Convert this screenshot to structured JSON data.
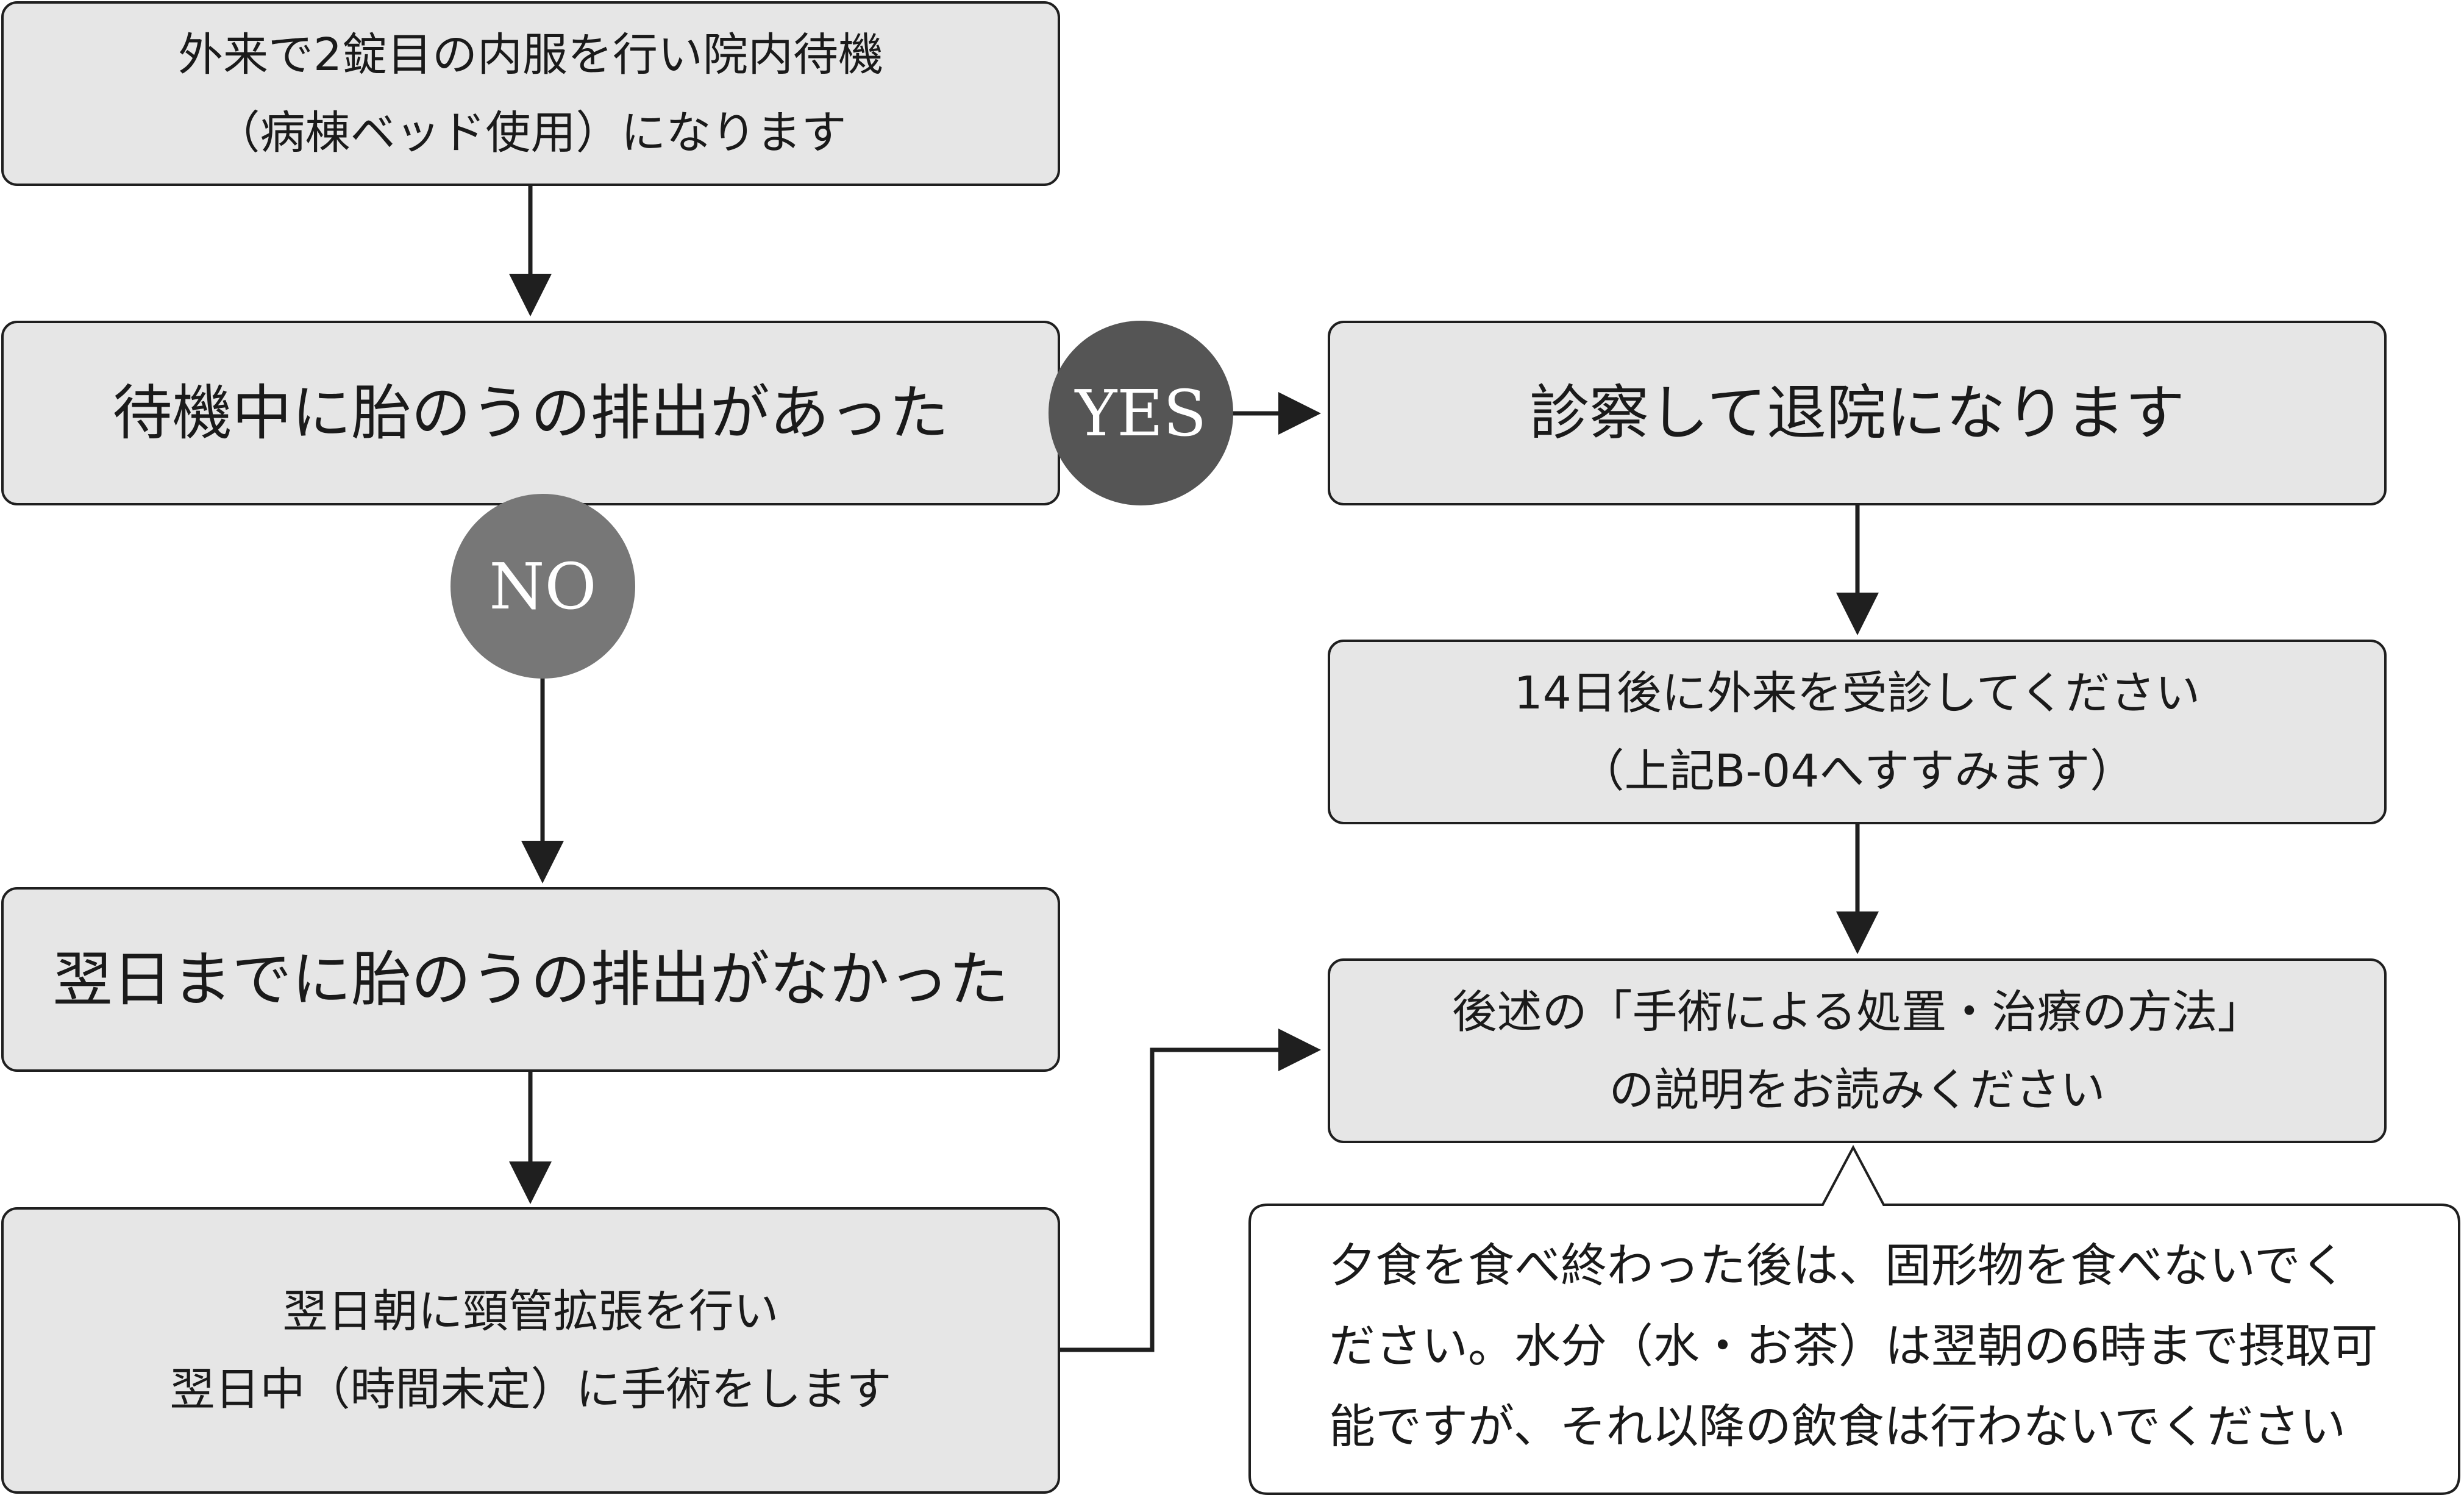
{
  "colors": {
    "box_fill": "#e6e6e6",
    "stroke": "#1f1f1f",
    "yes_circle": "#555555",
    "no_circle": "#777777",
    "bubble_fill": "#ffffff"
  },
  "nodes": {
    "start": {
      "lines": [
        "外来で2錠目の内服を行い院内待機",
        "（病棟ベッド使用）になります"
      ]
    },
    "expelled_question": {
      "lines": [
        "待機中に胎のうの排出があった"
      ]
    },
    "exam_discharge": {
      "lines": [
        "診察して退院になります"
      ]
    },
    "followup": {
      "lines": [
        "14日後に外来を受診してください",
        "（上記B-04へすすみます）"
      ]
    },
    "not_expelled": {
      "lines": [
        "翌日までに胎のうの排出がなかった"
      ]
    },
    "surgery": {
      "lines": [
        "翌日朝に頸管拡張を行い",
        "翌日中（時間未定）に手術をします"
      ]
    },
    "read_method": {
      "lines": [
        "後述の「手術による処置・治療の方法」",
        "の説明をお読みください"
      ]
    }
  },
  "branches": {
    "yes": "YES",
    "no": "NO"
  },
  "note": {
    "lines": [
      "夕食を食べ終わった後は、固形物を食べないでく",
      "ださい。水分（水・お茶）は翌朝の6時まで摂取可",
      "能ですが、それ以降の飲食は行わないでください"
    ]
  }
}
